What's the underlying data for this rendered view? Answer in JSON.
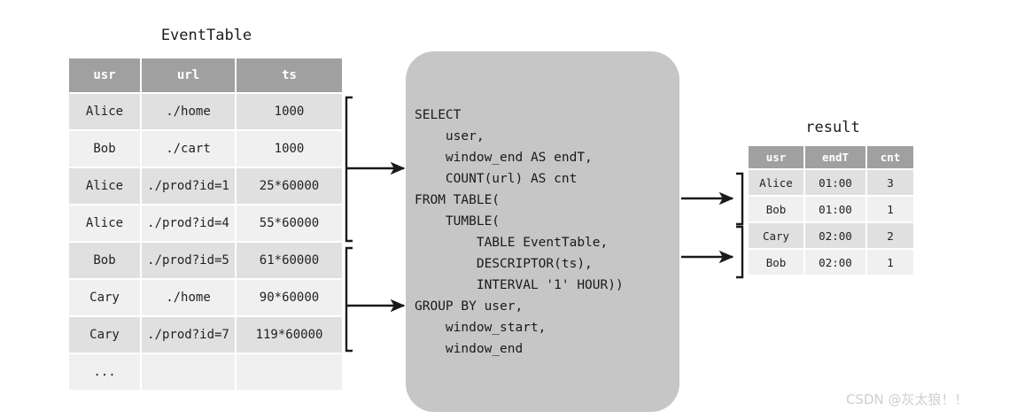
{
  "event_table": {
    "title": "EventTable",
    "columns": [
      "usr",
      "url",
      "ts"
    ],
    "rows": [
      [
        "Alice",
        "./home",
        "1000"
      ],
      [
        "Bob",
        "./cart",
        "1000"
      ],
      [
        "Alice",
        "./prod?id=1",
        "25*60000"
      ],
      [
        "Alice",
        "./prod?id=4",
        "55*60000"
      ],
      [
        "Bob",
        "./prod?id=5",
        "61*60000"
      ],
      [
        "Cary",
        "./home",
        "90*60000"
      ],
      [
        "Cary",
        "./prod?id=7",
        "119*60000"
      ],
      [
        "...",
        "",
        ""
      ]
    ]
  },
  "sql": {
    "query": "SELECT\n    user,\n    window_end AS endT,\n    COUNT(url) AS cnt\nFROM TABLE(\n    TUMBLE(\n        TABLE EventTable,\n        DESCRIPTOR(ts),\n        INTERVAL '1' HOUR))\nGROUP BY user,\n    window_start,\n    window_end"
  },
  "result_table": {
    "title": "result",
    "columns": [
      "usr",
      "endT",
      "cnt"
    ],
    "rows": [
      [
        "Alice",
        "01:00",
        "3"
      ],
      [
        "Bob",
        "01:00",
        "1"
      ],
      [
        "Cary",
        "02:00",
        "2"
      ],
      [
        "Bob",
        "02:00",
        "1"
      ]
    ]
  },
  "watermark": {
    "text": "CSDN @灰太狼！！"
  },
  "colors": {
    "header_bg": "#a0a0a0",
    "row_odd_bg": "#e0e0e0",
    "row_even_bg": "#f0f0f0",
    "sql_box_bg": "#c6c6c6",
    "text": "#1c1c1c",
    "connector": "#1a1a1a",
    "watermark": "#cfcfcf"
  }
}
